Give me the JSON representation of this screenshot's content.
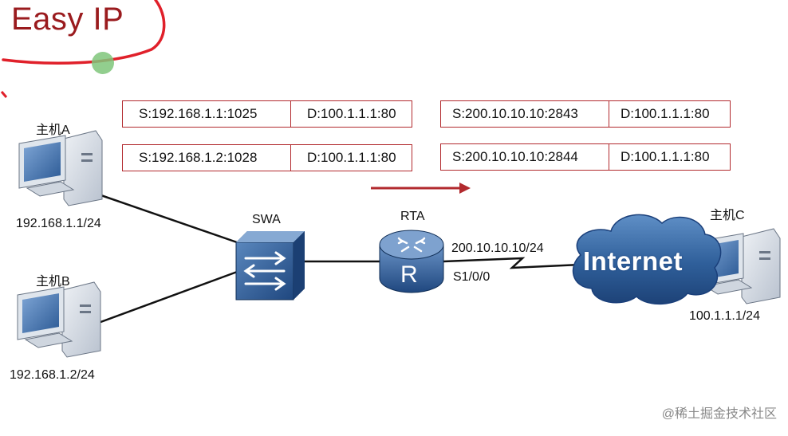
{
  "title": "Easy IP",
  "hosts": {
    "a": {
      "label": "主机A",
      "ip": "192.168.1.1/24"
    },
    "b": {
      "label": "主机B",
      "ip": "192.168.1.2/24"
    },
    "c": {
      "label": "主机C",
      "ip": "100.1.1.1/24"
    }
  },
  "switch": {
    "label": "SWA"
  },
  "router": {
    "label": "RTA",
    "glyph": "R",
    "interface_ip": "200.10.10.10/24",
    "interface_name": "S1/0/0"
  },
  "cloud": {
    "label": "Internet"
  },
  "packets_before": [
    {
      "src": "S:192.168.1.1:1025",
      "dst": "D:100.1.1.1:80"
    },
    {
      "src": "S:192.168.1.2:1028",
      "dst": "D:100.1.1.1:80"
    }
  ],
  "packets_after": [
    {
      "src": "S:200.10.10.10:2843",
      "dst": "D:100.1.1.1:80"
    },
    {
      "src": "S:200.10.10.10:2844",
      "dst": "D:100.1.1.1:80"
    }
  ],
  "watermark": "@稀土掘金技术社区",
  "colors": {
    "accent": "#b22a2e",
    "device_blue": "#2f5f92",
    "cloud_blue": "#2d5d98"
  }
}
